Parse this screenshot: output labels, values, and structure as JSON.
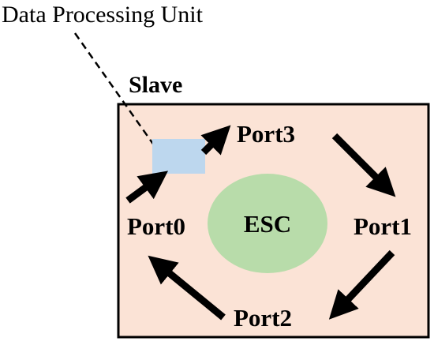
{
  "diagram": {
    "title": "Data Processing Unit",
    "slave_label": "Slave",
    "center_label": "ESC",
    "ports": {
      "port0": "Port0",
      "port1": "Port1",
      "port2": "Port2",
      "port3": "Port3"
    }
  },
  "colors": {
    "box_fill": "#fbe3d6",
    "box_stroke": "#000000",
    "unit_fill": "#bdd7ee",
    "esc_fill": "#b8dcaa",
    "arrow": "#000000",
    "text": "#000000"
  }
}
